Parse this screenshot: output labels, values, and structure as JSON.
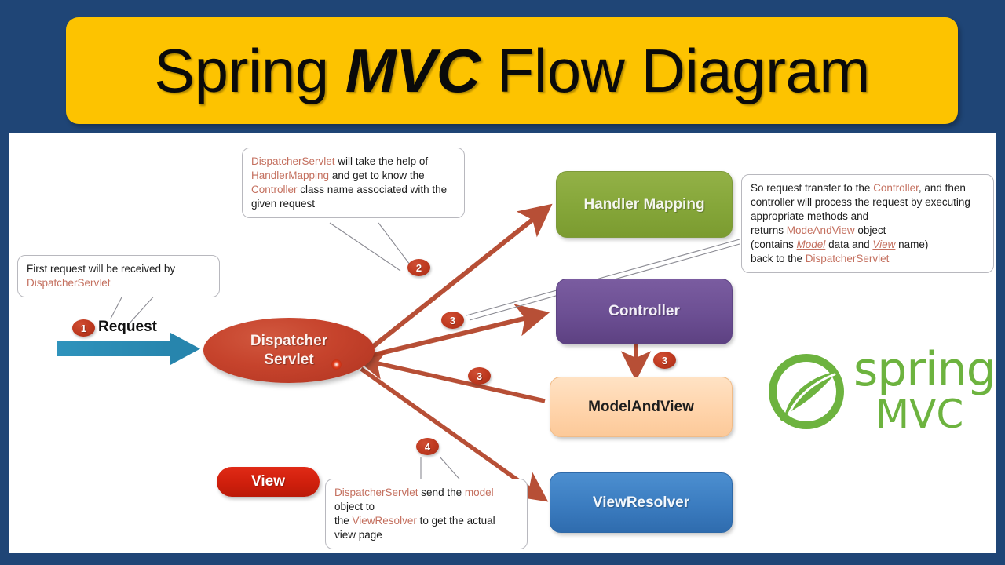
{
  "banner": {
    "title_part1": "Spring ",
    "title_emphasis": "MVC",
    "title_part2": " Flow Diagram",
    "background_color": "#fdc300",
    "text_color": "#0a0a0a"
  },
  "page": {
    "background_color": "#1f4576",
    "canvas_color": "#ffffff"
  },
  "nodes": {
    "dispatcher": {
      "label_line1": "Dispatcher",
      "label_line2": "Servlet",
      "color": "#c6432c",
      "shape": "ellipse"
    },
    "handler_mapping": {
      "label": "Handler Mapping",
      "color": "#85a639",
      "shape": "rounded-rect"
    },
    "controller": {
      "label": "Controller",
      "color": "#6c4f93",
      "shape": "rounded-rect"
    },
    "model_and_view": {
      "label": "ModelAndView",
      "color": "#ffd4ab",
      "shape": "rounded-rect"
    },
    "view_resolver": {
      "label": "ViewResolver",
      "color": "#3b7cc0",
      "shape": "rounded-rect"
    },
    "view": {
      "label": "View",
      "color": "#cf1f0c",
      "shape": "pill"
    }
  },
  "request": {
    "label": "Request",
    "arrow_color": "#2b8cb5"
  },
  "badges": {
    "step1": "1",
    "step2": "2",
    "step3a": "3",
    "step3b": "3",
    "step3c": "3",
    "step4": "4",
    "color": "#bf3a20"
  },
  "callouts": {
    "first_request": {
      "seg1": "First request will be received by ",
      "hl1": "DispatcherServlet"
    },
    "handler_mapping": {
      "hl1": "DispatcherServlet",
      "seg1": " will take the help of ",
      "hl2": "HandlerMapping",
      "seg2": " and get to know the ",
      "hl3": "Controller",
      "seg3": " class name associated with the given request"
    },
    "controller": {
      "seg1": "So request transfer to the ",
      "hl1": "Controller",
      "seg2": ", and then controller will process the request by executing appropriate methods and",
      "seg3": "returns ",
      "hl2": "ModeAndView",
      "seg4": " object",
      "seg5": "(contains ",
      "hlu1": "Model",
      "seg6": " data and ",
      "hlu2": "View",
      "seg7": " name)",
      "seg8": "back to the ",
      "hl3": "DispatcherServlet"
    },
    "view_resolver": {
      "hl1": "DispatcherServlet",
      "seg1": " send the ",
      "hl2": "model",
      "seg2": " object to",
      "seg3": "the ",
      "hl3": "ViewResolver",
      "seg4": " to get the actual view page"
    },
    "highlight_color": "#c4705f"
  },
  "logo": {
    "word": "spring",
    "sub": "MVC",
    "color": "#6db33f"
  }
}
